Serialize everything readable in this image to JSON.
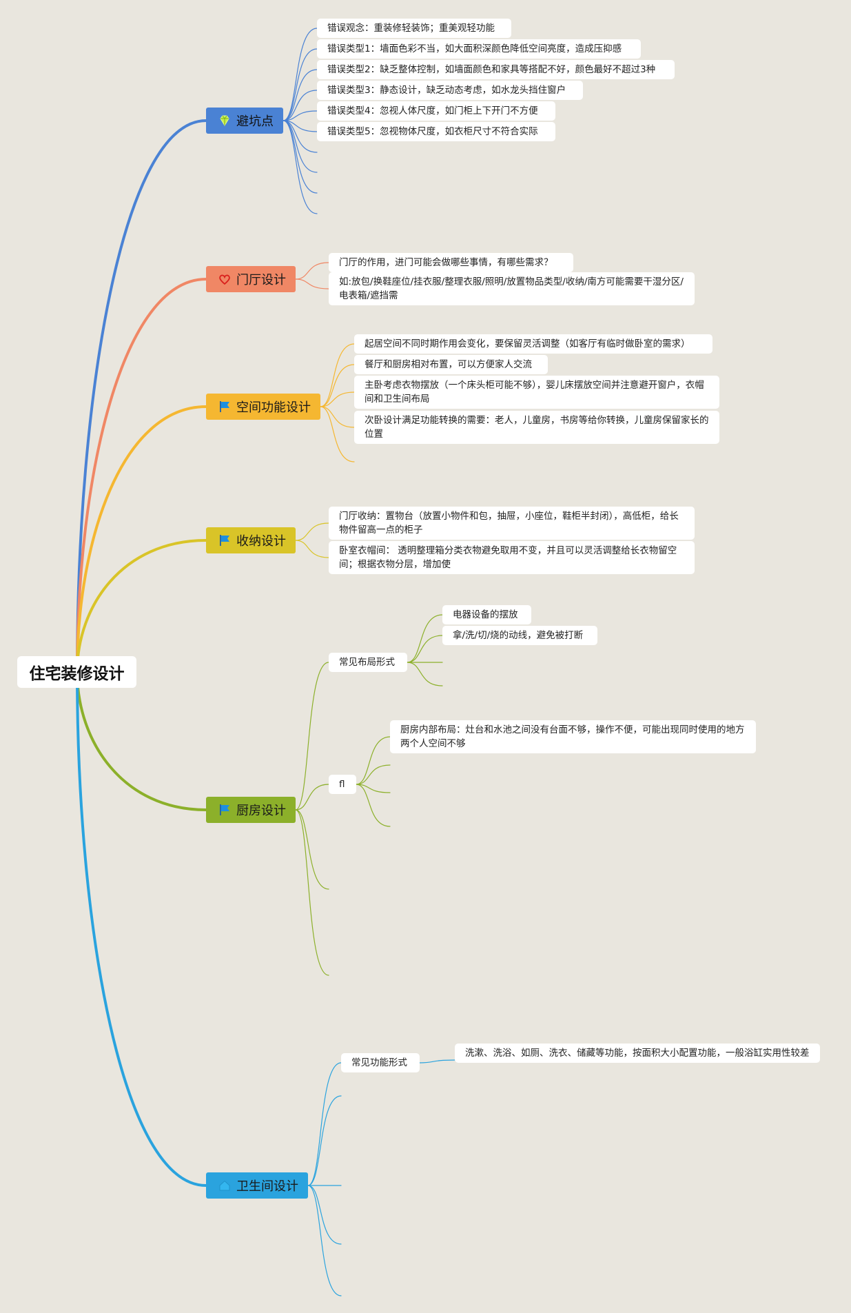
{
  "root": {
    "label": "住宅装修设计"
  },
  "branches": [
    {
      "label": "避坑点",
      "color": "#4a82d4",
      "icon": "gem-icon",
      "leaves": [
        "错误观念：重装修轻装饰；重美观轻功能",
        "错误类型1：墙面色彩不当，如大面积深颜色降低空间亮度，造成压抑感",
        "错误类型2：缺乏整体控制，如墙面颜色和家具等搭配不好，颜色最好不超过3种",
        "错误类型3：静态设计，缺乏动态考虑，如水龙头挡住窗户",
        "错误类型4：忽视人体尺度，如门柜上下开门不方便",
        "错误类型5：忽视物体尺度，如衣柜尺寸不符合实际"
      ]
    },
    {
      "label": "门厅设计",
      "color": "#f08765",
      "icon": "heart-icon",
      "leaves": [
        "门厅的作用，进门可能会做哪些事情，有哪些需求？",
        "如:放包/换鞋座位/挂衣服/整理衣服/照明/放置物品类型/收纳/南方可能需要干湿分区/电表箱/遮挡需"
      ]
    },
    {
      "label": "空间功能设计",
      "color": "#f5b731",
      "icon": "flag-icon",
      "leaves": [
        "起居空间不同时期作用会变化，要保留灵活调整（如客厅有临时做卧室的需求）",
        "餐厅和厨房相对布置，可以方便家人交流",
        "主卧考虑衣物摆放（一个床头柜可能不够），婴儿床摆放空间并注意避开窗户，衣帽间和卫生间布局",
        "次卧设计满足功能转换的需要：老人，儿童房，书房等给你转换，儿童房保留家长的位置"
      ]
    },
    {
      "label": "收纳设计",
      "color": "#d9c428",
      "icon": "flag-icon",
      "leaves": [
        "门厅收纳：置物台（放置小物件和包，抽屉，小座位，鞋柜半封闭），高低柜，给长物件留高一点的柜子",
        "卧室衣帽间： 透明整理箱分类衣物避免取用不变，并且可以灵活调整给长衣物留空间；根据衣物分层，增加使"
      ]
    },
    {
      "label": "厨房设计",
      "color": "#8cb02a",
      "icon": "flag-icon",
      "subs": [
        {
          "label": "常见布局形式",
          "leaves": [
            "电器设备的摆放",
            "拿/洗/切/烧的动线，避免被打断"
          ]
        },
        {
          "label": "fl",
          "leaves": [
            "厨房内部布局：灶台和水池之间没有台面不够，操作不便，可能出现同时使用的地方两个人空间不够"
          ]
        }
      ]
    },
    {
      "label": "卫生间设计",
      "color": "#2aa3de",
      "icon": "home-icon",
      "subs": [
        {
          "label": "常见功能形式",
          "leaves": [
            "洗漱、洗浴、如厕、洗衣、储藏等功能，按面积大小配置功能，一般浴缸实用性较差"
          ]
        }
      ]
    }
  ]
}
